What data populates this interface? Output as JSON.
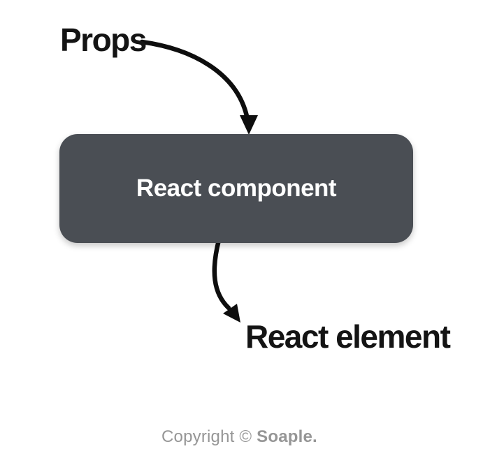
{
  "diagram": {
    "props_label": "Props",
    "component_box": {
      "label": "React component"
    },
    "element_label": "React element",
    "arrows": [
      {
        "from": "Props",
        "to": "React component"
      },
      {
        "from": "React component",
        "to": "React element"
      }
    ],
    "colors": {
      "background": "#ffffff",
      "box_bg": "#4a4e54",
      "box_text": "#ffffff",
      "label_text": "#141414",
      "arrow": "#0e0e0e",
      "copyright_text": "#969696"
    }
  },
  "footer": {
    "copyright_prefix": "Copyright © ",
    "copyright_brand": "Soaple."
  }
}
